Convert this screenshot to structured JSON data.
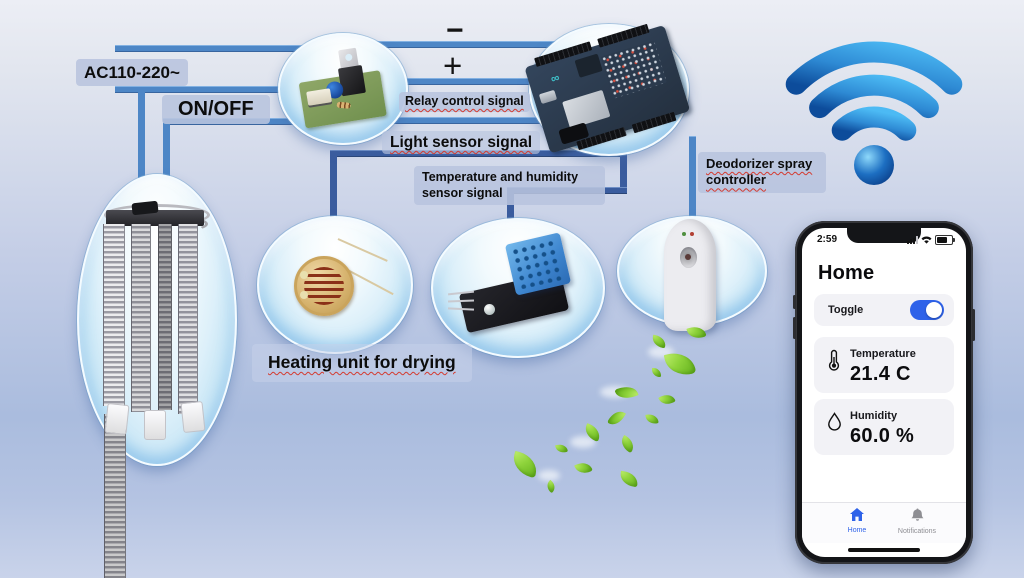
{
  "diagram": {
    "power_label": "AC110-220~",
    "onoff_label": "ON/OFF",
    "minus_sign": "−",
    "plus_sign": "+",
    "relay_signal_label": "Relay control signal",
    "light_signal_label": "Light sensor signal",
    "temp_signal_label_line1": "Temperature and humidity",
    "temp_signal_label_line2": "sensor signal",
    "deodorizer_label_line1": "Deodorizer spray",
    "deodorizer_label_line2": "controller",
    "heating_label": "Heating unit for drying",
    "components": [
      "relay-module",
      "arduino-board",
      "heating-unit",
      "light-sensor",
      "temperature-humidity-sensor",
      "deodorizer-spray-device"
    ],
    "icons": {
      "wifi": "wifi-icon"
    },
    "colors": {
      "line_blue": "#4d86c6",
      "line_dark_blue": "#3a5c9e",
      "label_bg": "#b8c4de",
      "wifi_blue_dark": "#0e4f9e",
      "wifi_blue_light": "#4ab8f2",
      "leaf_green": "#8ed33b"
    }
  },
  "phone": {
    "status_time": "2:59",
    "title": "Home",
    "toggle_label": "Toggle",
    "toggle_state": "on",
    "temperature": {
      "label": "Temperature",
      "value": "21.4 C"
    },
    "humidity": {
      "label": "Humidity",
      "value": "60.0 %"
    },
    "nav": {
      "home": "Home",
      "notifications": "Notifications"
    },
    "accent_color": "#2e62e9"
  }
}
